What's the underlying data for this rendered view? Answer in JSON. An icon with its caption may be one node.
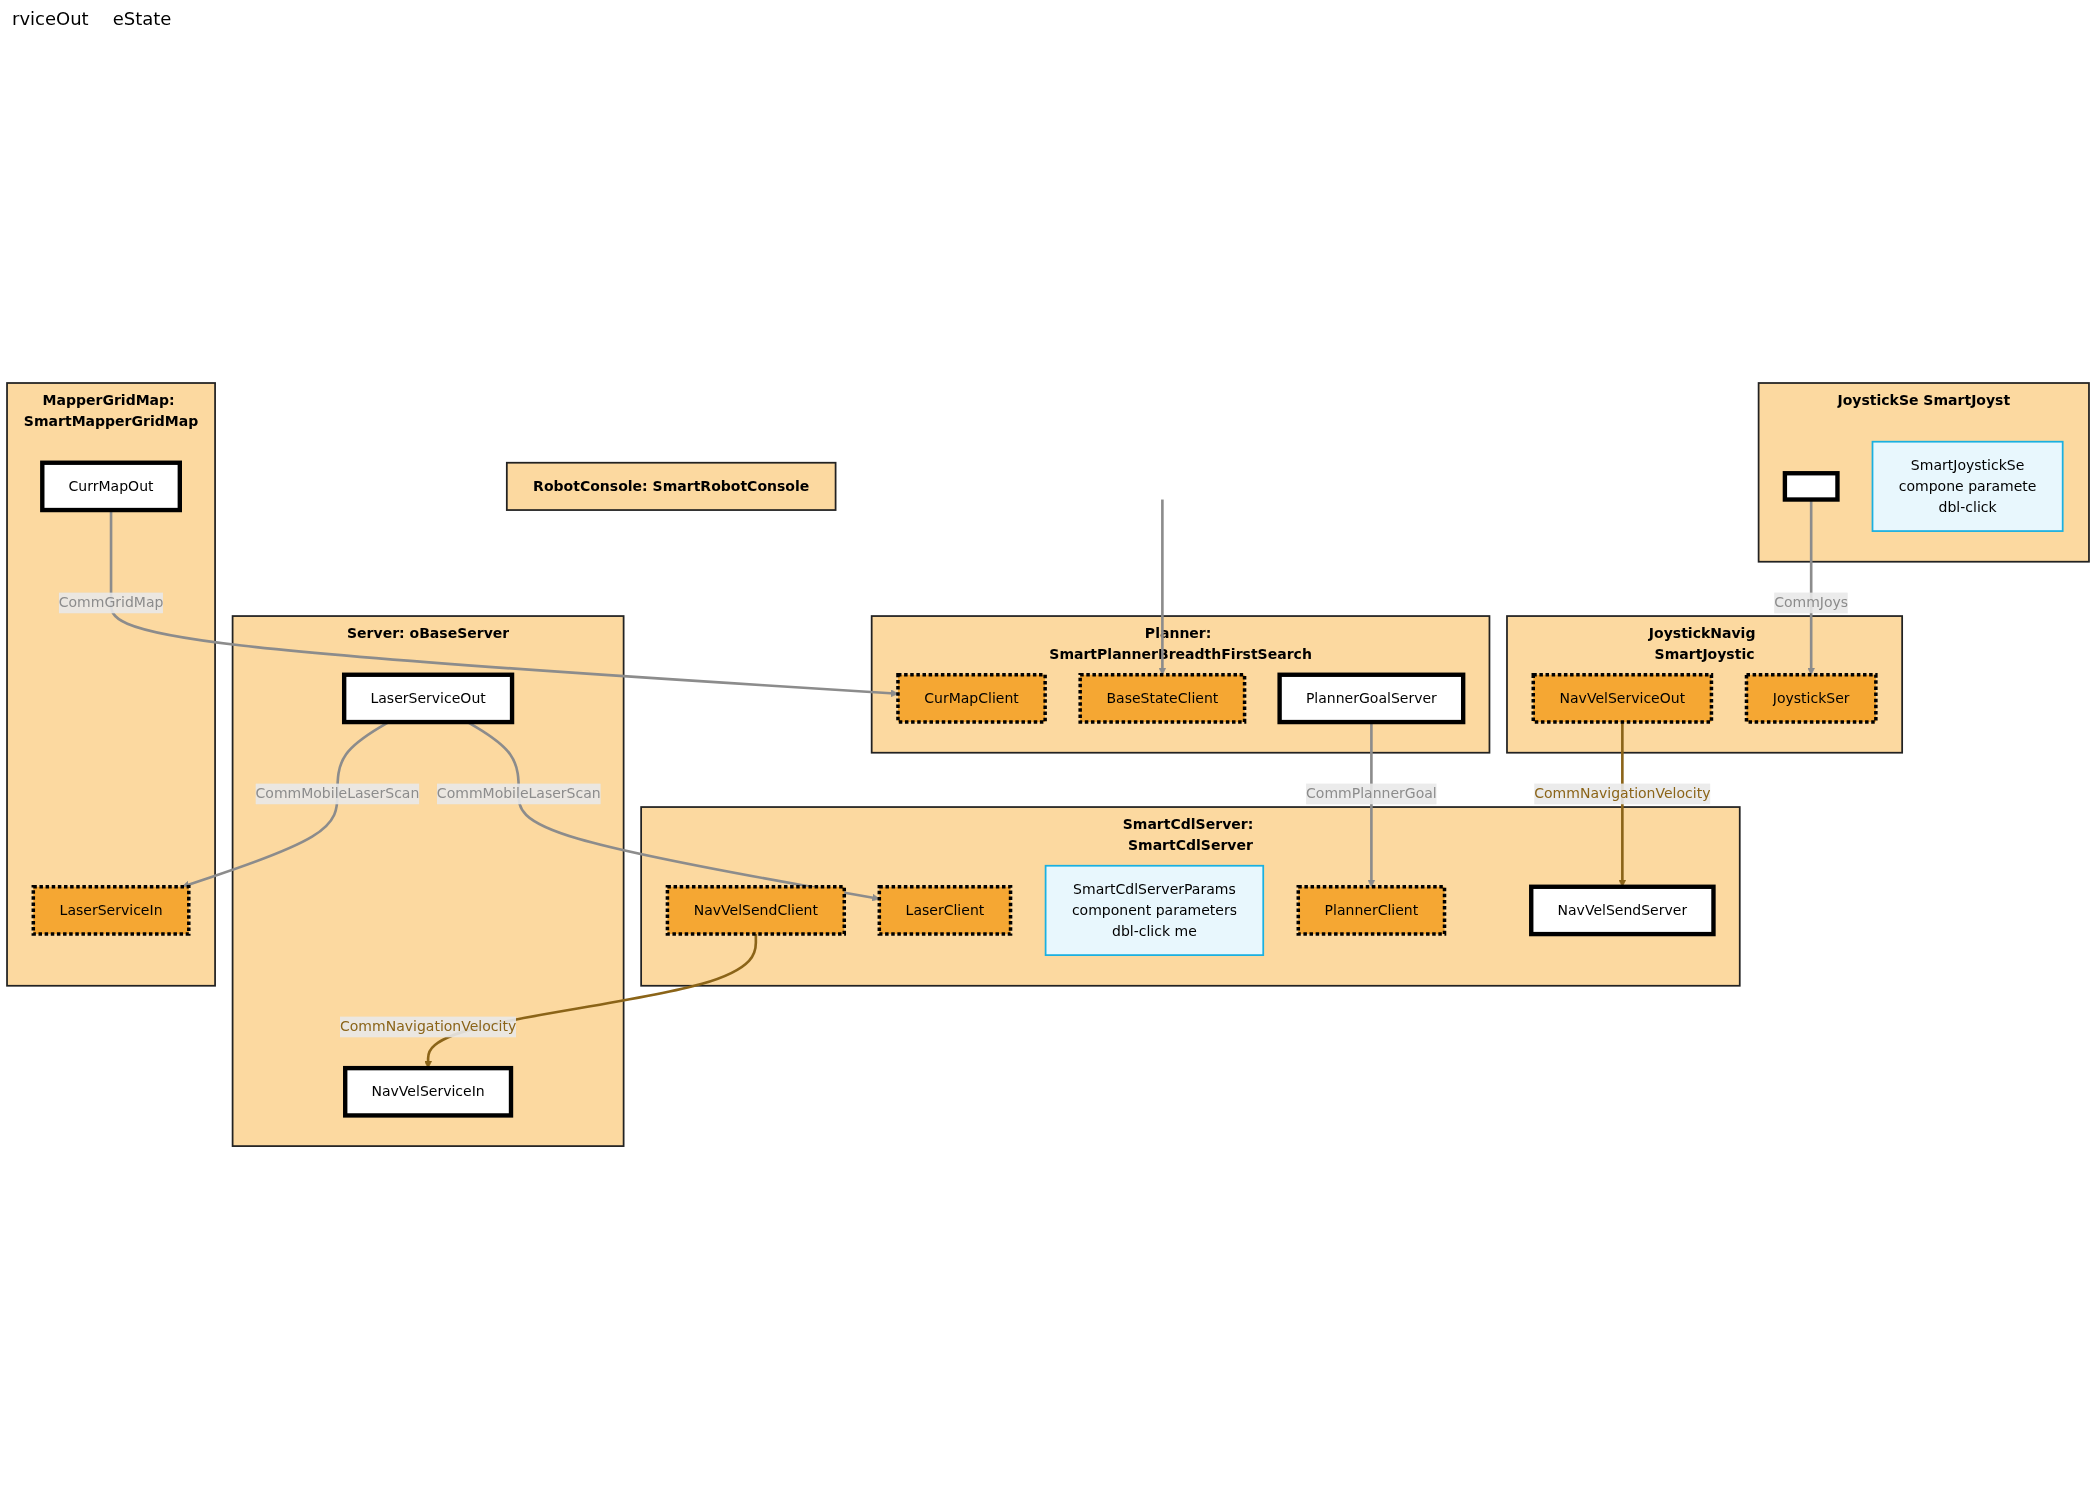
{
  "diagram": {
    "nodes": [
      {
        "text": [
          "Server: oBaseServer"
        ]
      },
      {
        "text": [
          "NavVelServiceIn"
        ],
        "in": 0
      },
      {
        "text": [
          "LaserServiceOut"
        ],
        "in": 0
      },
      {
        "text": [
          "SmartCdlServer: SmartCdlServer"
        ]
      },
      {
        "text": [
          "NavVelSendClient"
        ],
        "in": 3
      },
      {
        "text": [
          "LaserClient"
        ],
        "in": 3
      },
      {
        "text": [
          "SmartCdlServerParams",
          "component parameters",
          "dbl-click me"
        ],
        "in": 3
      },
      {
        "text": [
          "PlannerClient"
        ],
        "in": 3
      },
      {
        "text": [
          "NavVelSendServer"
        ],
        "in": 3
      },
      {
        "text": [
          "JoystickNavig SmartJoystic"
        ]
      },
      {
        "text": [
          "NavVelServiceOut"
        ],
        "in": 9
      },
      {
        "text": [
          "JoystickSer"
        ],
        "in": 9
      },
      {
        "text": [
          "JoystickSe SmartJoyst"
        ]
      },
      {
        "text": [],
        "shape": "box",
        "in": 12
      },
      {
        "text": [
          "SmartJoystickSe",
          "compone paramete",
          "dbl-click"
        ],
        "in": 12
      },
      {
        "text": [
          "MapperGridMap: SmartMapperGridMap"
        ]
      },
      {
        "text": [
          "LaserServiceIn"
        ],
        "in": 15
      },
      {
        "text": [
          "CurrMapOut"
        ],
        "in": 15
      },
      {
        "text": [
          "RobotConsole: SmartRobotConsole"
        ]
      },
      {
        "text": [
          "Planner: SmartPlannerBreadthFirstSearch"
        ]
      },
      {
        "text": [
          "CurMapClient"
        ],
        "in": 19
      },
      {
        "text": [
          "BaseStateClient"
        ],
        "in": 19
      },
      {
        "text": [
          "PlannerGoalServer"
        ],
        "in": 19
      }
    ],
    "edges": [
      {
        "from": 4,
        "to": 1,
        "arrow": "to",
        "label": "CommNavigationVelocity",
        "color": "#8b6418"
      },
      {
        "from": 2,
        "to": 5,
        "arrow": "to",
        "label": "CommMobileLaserScan"
      },
      {
        "from": 2,
        "to": 16,
        "arrow": "to",
        "label": "CommMobileLaserScan"
      },
      {
        "from": 10,
        "to": 8,
        "arrow": "to",
        "label": "CommNavigationVelocity",
        "color": "#8b6418"
      },
      {
        "from": 13,
        "to": 11,
        "arrow": "to",
        "label": "CommJoys"
      },
      {
        "from": 17,
        "to": 20,
        "arrow": "to",
        "label": "CommGridMap"
      },
      {
        "from": 22,
        "to": 7,
        "arrow": "to",
        "label": "CommPlannerGoal"
      },
      {
        "from": null,
        "to": 21,
        "arrow": "to"
      }
    ],
    "labels": [
      "rviceOut",
      "eState"
    ]
  }
}
